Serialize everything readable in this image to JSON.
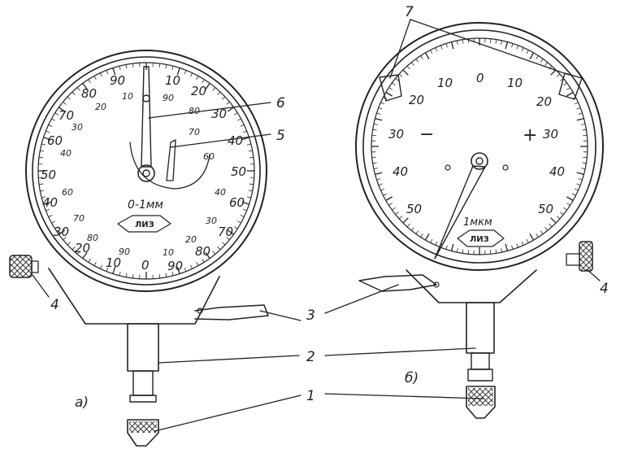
{
  "gauge_a": {
    "scale_labels": [
      "0",
      "10",
      "20",
      "30",
      "40",
      "50",
      "60",
      "70",
      "80",
      "90",
      "10",
      "20",
      "30",
      "40",
      "50",
      "60",
      "70",
      "80",
      "90"
    ],
    "outer_numbers": [
      "90",
      "80",
      "70",
      "60",
      "50",
      "40",
      "30",
      "20",
      "10",
      "0",
      "10",
      "20",
      "30",
      "40",
      "50",
      "60",
      "70",
      "80",
      "90"
    ],
    "inner_numbers": [
      "10",
      "20",
      "30",
      "40",
      "60",
      "70",
      "80",
      "90",
      "90",
      "80",
      "70",
      "60",
      "40",
      "30",
      "20",
      "10"
    ],
    "range_text": "0-1мм",
    "brand": "ЛИЗ",
    "caption": "а)"
  },
  "gauge_b": {
    "outer_numbers": [
      "50",
      "40",
      "30",
      "20",
      "10",
      "0",
      "10",
      "20",
      "30",
      "40",
      "50"
    ],
    "minus_sign": "−",
    "plus_sign": "+",
    "unit_text": "1мкм",
    "brand": "ЛИЗ",
    "caption": "б)"
  },
  "callouts": {
    "c1": "1",
    "c2": "2",
    "c3": "3",
    "c4a": "4",
    "c4b": "4",
    "c5": "5",
    "c6": "6",
    "c7": "7"
  }
}
